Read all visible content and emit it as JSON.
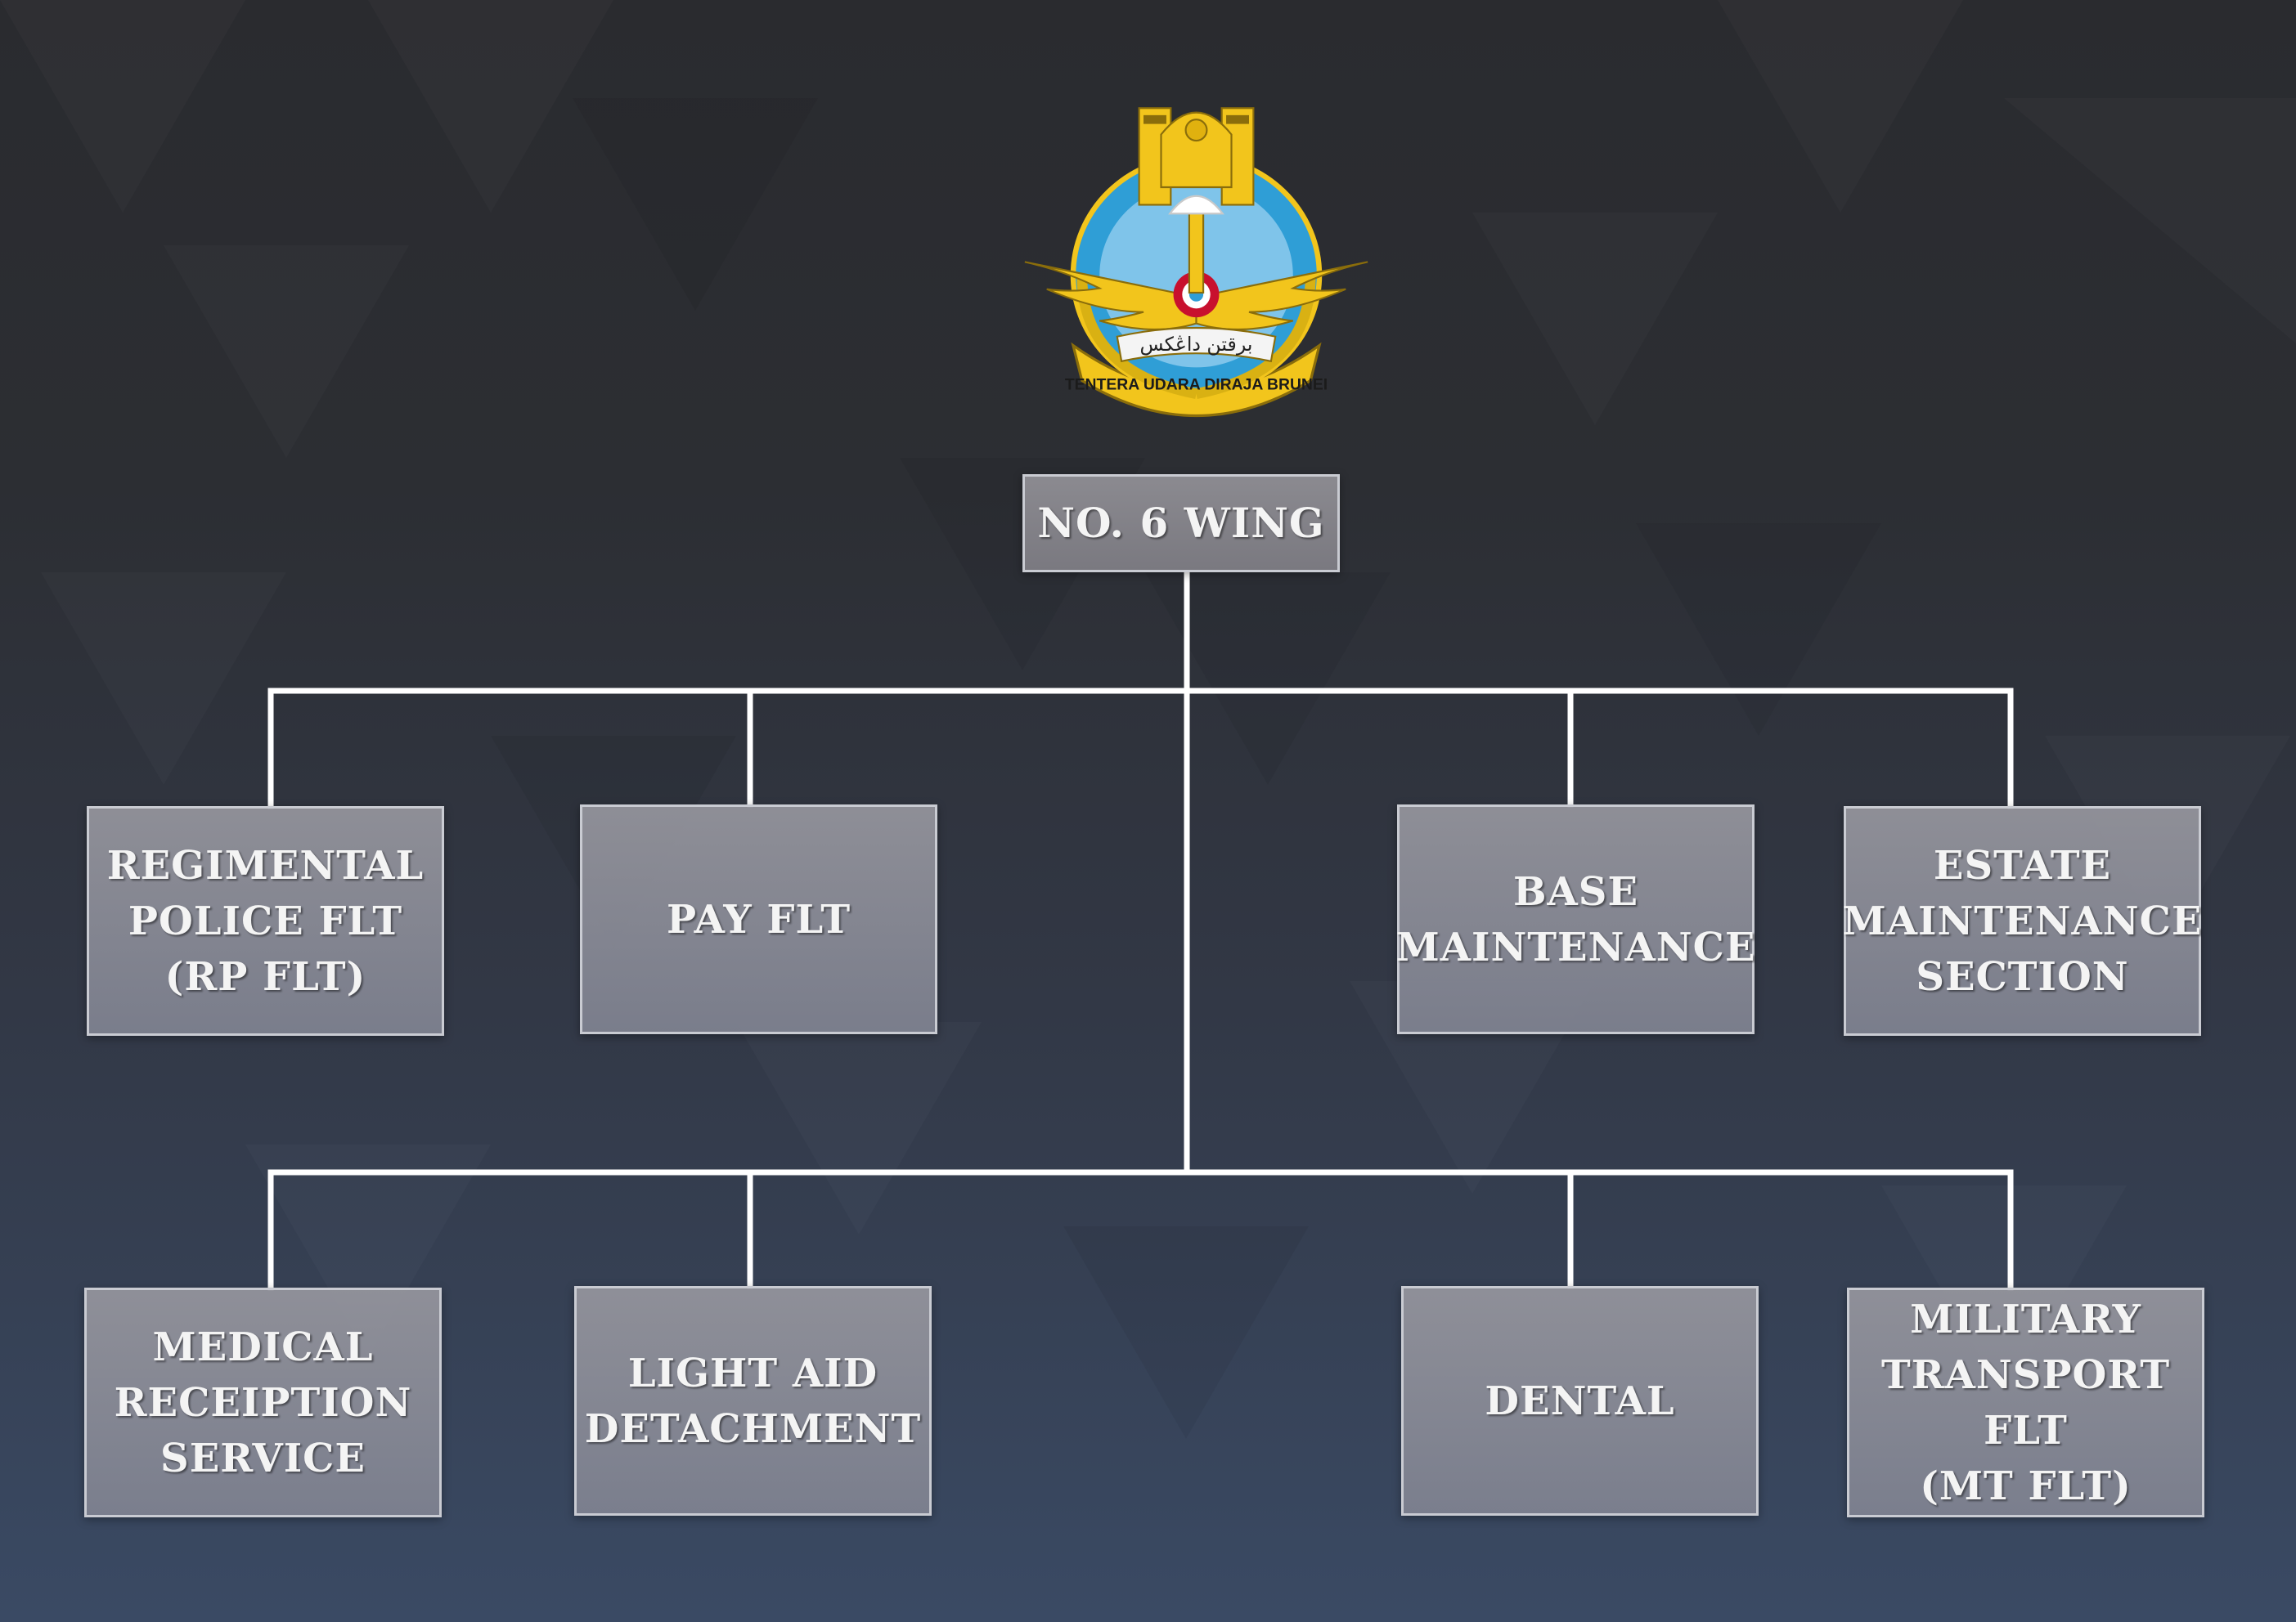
{
  "root": {
    "label": "NO. 6 WING"
  },
  "crest": {
    "banner_text": "TENTERA UDARA DIRAJA BRUNEI",
    "jawi_text": "برقتن داڠكس"
  },
  "units": [
    {
      "label": "REGIMENTAL\nPOLICE FLT\n(RP FLT)"
    },
    {
      "label": "PAY FLT"
    },
    {
      "label": "BASE\nMAINTENANCE"
    },
    {
      "label": "ESTATE\nMAINTENANCE\nSECTION"
    },
    {
      "label": "MEDICAL\nRECEIPTION\nSERVICE"
    },
    {
      "label": "LIGHT AID\nDETACHMENT"
    },
    {
      "label": "DENTAL"
    },
    {
      "label": "MILITARY\nTRANSPORT\nFLT\n(MT FLT)"
    }
  ],
  "colors": {
    "crest_gold": "#f2c51c",
    "crest_blue": "#2f9ed6",
    "connector": "#ffffff"
  }
}
